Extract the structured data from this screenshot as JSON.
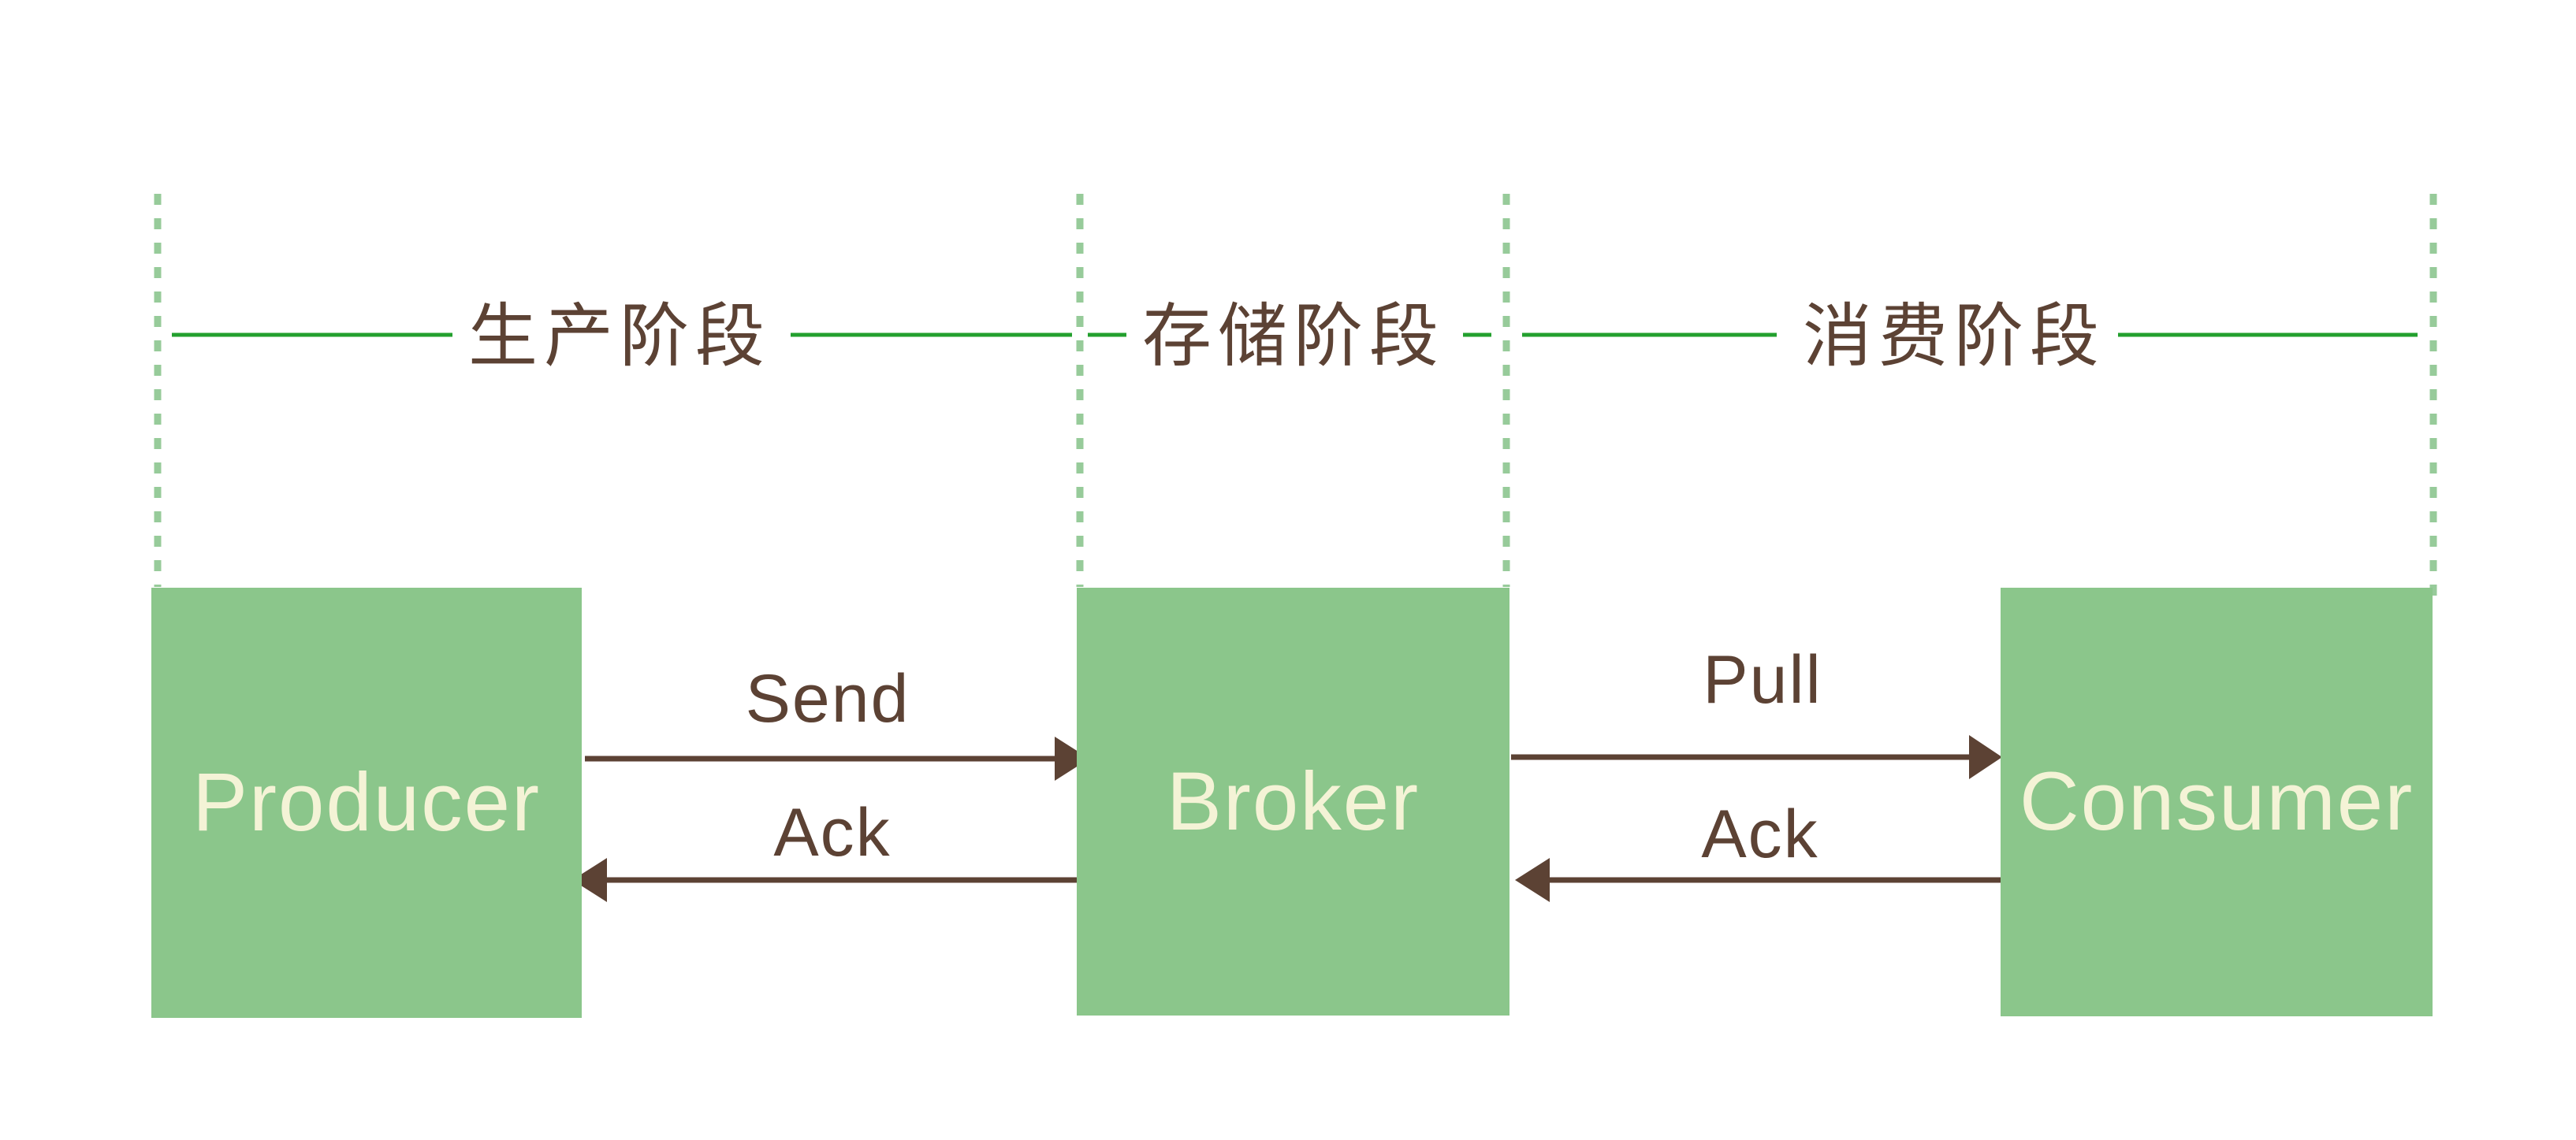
{
  "diagram": {
    "type": "message-queue-flow-diagram",
    "phases": [
      {
        "label": "生产阶段"
      },
      {
        "label": "存储阶段"
      },
      {
        "label": "消费阶段"
      }
    ],
    "nodes": [
      {
        "label": "Producer"
      },
      {
        "label": "Broker"
      },
      {
        "label": "Consumer"
      }
    ],
    "messages": [
      {
        "label": "Send",
        "from": "Producer",
        "to": "Broker",
        "direction": "right"
      },
      {
        "label": "Ack",
        "from": "Broker",
        "to": "Producer",
        "direction": "left"
      },
      {
        "label": "Pull",
        "from": "Broker",
        "to": "Consumer",
        "direction": "right"
      },
      {
        "label": "Ack",
        "from": "Consumer",
        "to": "Broker",
        "direction": "left"
      }
    ],
    "colors": {
      "node_fill": "#8bc68b",
      "node_text": "#f4f3d6",
      "phase_line": "#23a02e",
      "phase_dashed_line": "#97cb9a",
      "ink": "#5c4234",
      "background": "#ffffff"
    }
  }
}
